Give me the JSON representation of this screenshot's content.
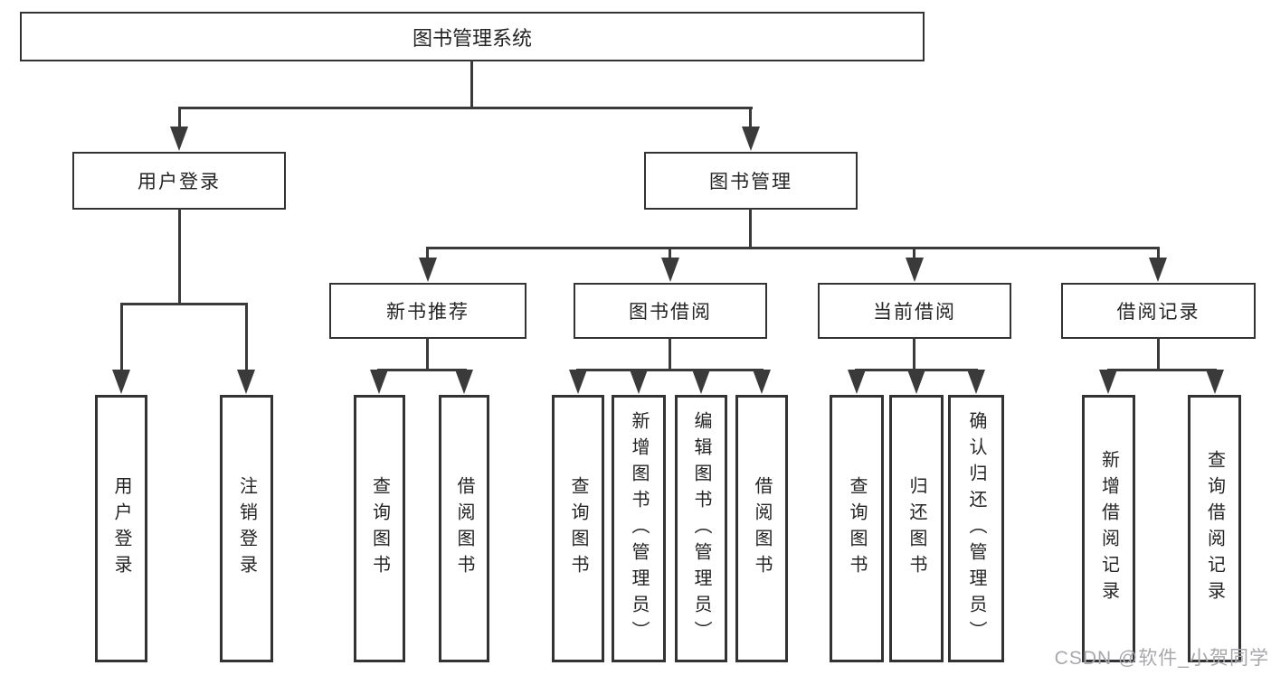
{
  "diagram": {
    "type": "feature-tree",
    "root": {
      "label": "图书管理系统",
      "children": [
        {
          "label": "用户登录",
          "children": [
            {
              "label": "用户登录"
            },
            {
              "label": "注销登录"
            }
          ]
        },
        {
          "label": "图书管理",
          "children": [
            {
              "label": "新书推荐",
              "children": [
                {
                  "label": "查询图书"
                },
                {
                  "label": "借阅图书"
                }
              ]
            },
            {
              "label": "图书借阅",
              "children": [
                {
                  "label": "查询图书"
                },
                {
                  "label": "新增图书（管理员）"
                },
                {
                  "label": "编辑图书（管理员）"
                },
                {
                  "label": "借阅图书"
                }
              ]
            },
            {
              "label": "当前借阅",
              "children": [
                {
                  "label": "查询图书"
                },
                {
                  "label": "归还图书"
                },
                {
                  "label": "确认归还（管理员）"
                }
              ]
            },
            {
              "label": "借阅记录",
              "children": [
                {
                  "label": "新增借阅记录"
                },
                {
                  "label": "查询借阅记录"
                }
              ]
            }
          ]
        }
      ]
    }
  },
  "watermark": "CSDN @软件_小贺同学",
  "colors": {
    "line": "#3a3a3a",
    "box_border": "#333333",
    "text": "#242424",
    "watermark": "#a7a7ae",
    "background": "#ffffff"
  }
}
